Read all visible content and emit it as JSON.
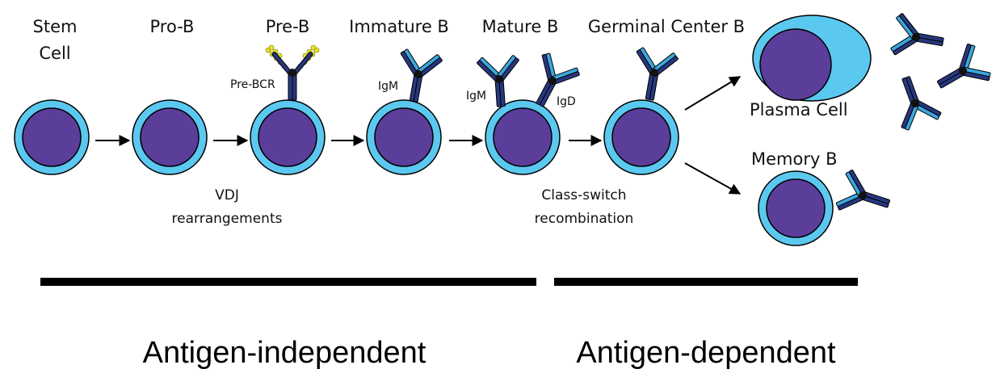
{
  "stages": [
    {
      "line1": "Stem",
      "line2": "Cell"
    },
    {
      "line1": "Pro-B"
    },
    {
      "line1": "Pre-B"
    },
    {
      "line1": "Immature B"
    },
    {
      "line1": "Mature B"
    },
    {
      "line1": "Germinal Center B"
    }
  ],
  "outcomes": {
    "plasma": "Plasma Cell",
    "memory": "Memory B"
  },
  "receptors": {
    "pre_bcr": "Pre-BCR",
    "igm_immature": "IgM",
    "igm_mature": "IgM",
    "igd_mature": "IgD"
  },
  "processes": {
    "vdj_line1": "VDJ",
    "vdj_line2": "rearrangements",
    "csr_line1": "Class-switch",
    "csr_line2": "recombination"
  },
  "phases": {
    "independent": "Antigen-independent",
    "dependent": "Antigen-dependent"
  },
  "colors": {
    "membrane": "#5bc8f0",
    "nucleus": "#5a3e99",
    "antibody_dark": "#27377f",
    "antibody_light": "#3aa7dd",
    "antibody_node": "#111111",
    "pre_bcr_beads": "#e5e32c",
    "phase_bar": "#000000"
  }
}
